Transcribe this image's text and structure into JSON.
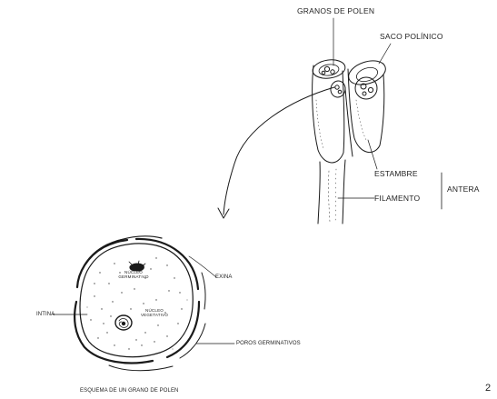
{
  "anther_diagram": {
    "label_pollen_grains": "GRANOS DE POLEN",
    "label_pollen_sac": "SACO POLÍNICO",
    "label_stamen": "ESTAMBRE",
    "label_filament": "FILAMENTO",
    "label_anther": "ANTERA"
  },
  "pollen_diagram": {
    "label_exine": "EXINA",
    "label_intine": "INTINA",
    "label_germinative_nucleus_line1": "NÚCLEO",
    "label_germinative_nucleus_line2": "GERMINATIVO",
    "label_vegetative_nucleus_line1": "NÚCLEO",
    "label_vegetative_nucleus_line2": "VEGETATIVO",
    "label_germinative_pores": "POROS GERMINATIVOS",
    "caption": "ESQUEMA DE UN GRANO DE POLEN"
  },
  "page_number": "2"
}
